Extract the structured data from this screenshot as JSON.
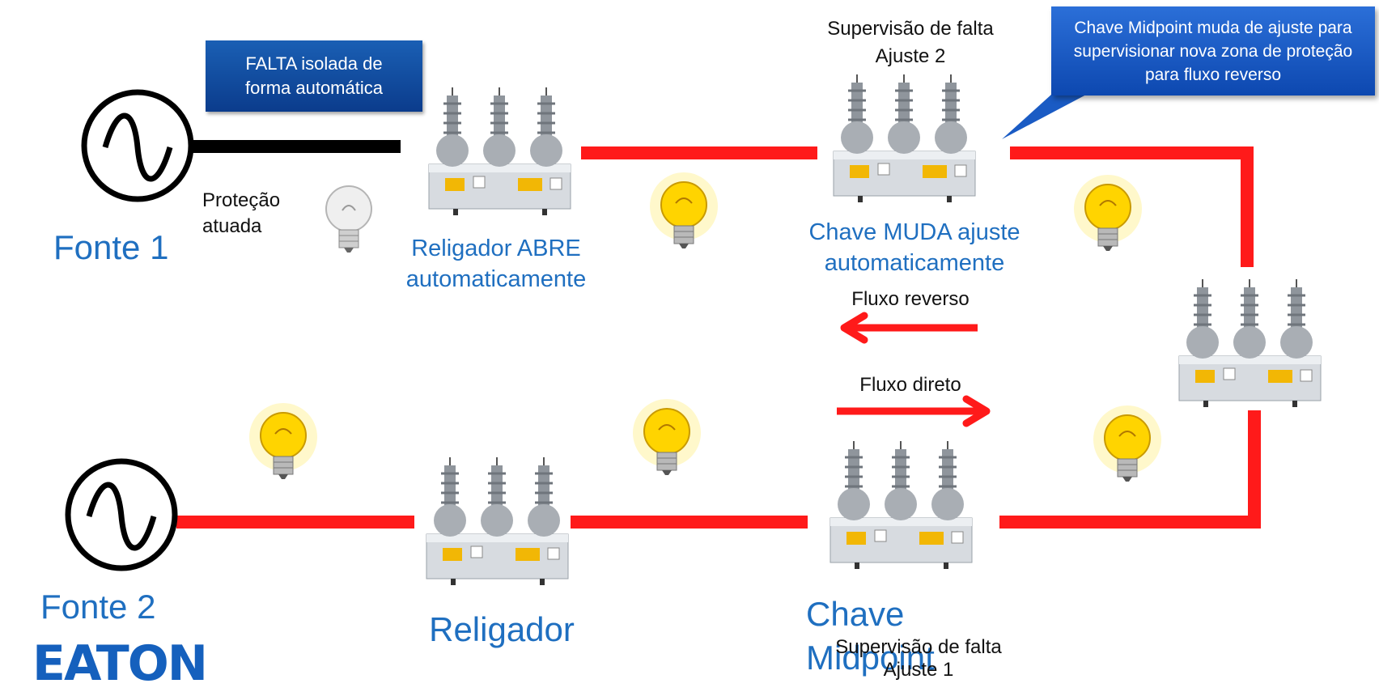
{
  "labels": {
    "fault_box": "FALTA isolada de forma automática",
    "fonte1": "Fonte 1",
    "fonte2": "Fonte 2",
    "protecao": "Proteção atuada",
    "religador_abre": "Religador ABRE automaticamente",
    "religador": "Religador",
    "supervisao_top_line1": "Supervisão de falta",
    "supervisao_top_line2": "Ajuste 2",
    "chave_muda": "Chave MUDA ajuste automaticamente",
    "callout": "Chave Midpoint muda de ajuste para supervisionar nova zona de proteção para fluxo reverso",
    "fluxo_reverso": "Fluxo reverso",
    "fluxo_direto": "Fluxo direto",
    "chave_midpoint": "Chave Midpoint",
    "supervisao_bottom_line1": "Supervisão de falta",
    "supervisao_bottom_line2": "Ajuste 1",
    "logo": "EATON"
  },
  "colors": {
    "energized_line": "#ff1a1a",
    "deenergized_line": "#000000",
    "label_blue": "#1f6fc0",
    "box_blue": "#0b3c8c",
    "bulb_on": "#ffd400",
    "bulb_off": "#e6e6e6"
  },
  "icons": {
    "source": "ac-source-icon",
    "recloser": "recloser-icon",
    "bulb_on": "lit-bulb-icon",
    "bulb_off": "unlit-bulb-icon",
    "arrow": "arrow-icon"
  }
}
